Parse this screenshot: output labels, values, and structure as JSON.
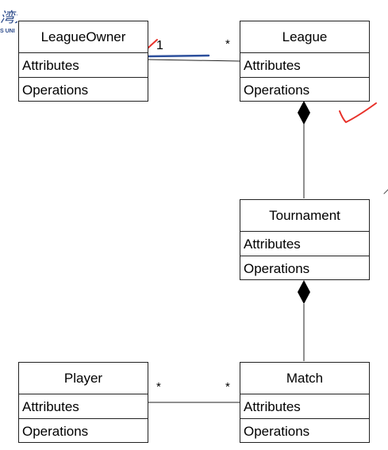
{
  "classes": {
    "league_owner": {
      "name": "LeagueOwner",
      "attributes": "Attributes",
      "operations": "Operations"
    },
    "league": {
      "name": "League",
      "attributes": "Attributes",
      "operations": "Operations"
    },
    "tournament": {
      "name": "Tournament",
      "attributes": "Attributes",
      "operations": "Operations"
    },
    "player": {
      "name": "Player",
      "attributes": "Attributes",
      "operations": "Operations"
    },
    "match": {
      "name": "Match",
      "attributes": "Attributes",
      "operations": "Operations"
    }
  },
  "associations": {
    "owner_league": {
      "source_multiplicity": "1",
      "target_multiplicity": "*"
    },
    "player_match": {
      "source_multiplicity": "*",
      "target_multiplicity": "*"
    }
  },
  "logo": {
    "characters": "湾大学",
    "latin_fragment": "S UNI"
  },
  "colors": {
    "annotation_red": "#e8312a",
    "annotation_blue": "#2c4f9c",
    "line": "#222222"
  }
}
